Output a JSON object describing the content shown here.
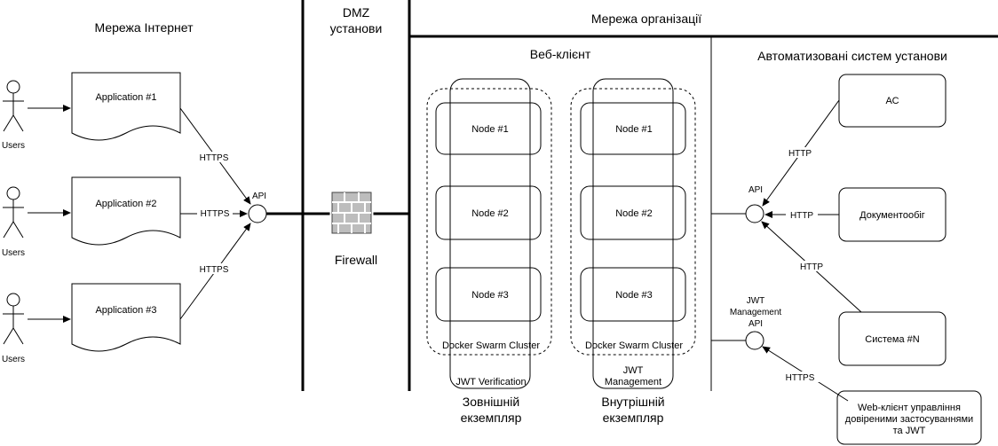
{
  "zones": {
    "internet": "Мережа Інтернет",
    "dmz_line1": "DMZ",
    "dmz_line2": "установи",
    "organization": "Мережа організації",
    "web_client": "Веб-клієнт",
    "automated_systems": "Автоматизовані систем установи"
  },
  "users": [
    {
      "label": "Users"
    },
    {
      "label": "Users"
    },
    {
      "label": "Users"
    }
  ],
  "applications": [
    {
      "label": "Application #1"
    },
    {
      "label": "Application #2"
    },
    {
      "label": "Application #3"
    }
  ],
  "protocols": {
    "https": "HTTPS",
    "http": "HTTP"
  },
  "api": {
    "external": "API",
    "internal": "API",
    "jwt_line1": "JWT",
    "jwt_line2": "Management",
    "jwt_line3": "API"
  },
  "firewall": {
    "label": "Firewall"
  },
  "clusters": [
    {
      "nodes": [
        "Node #1",
        "Node #2",
        "Node #3"
      ],
      "cluster_label": "Docker Swarm Cluster",
      "role_line1": "JWT Verification",
      "role_line2": "",
      "instance_line1": "Зовнішній",
      "instance_line2": "екземпляр"
    },
    {
      "nodes": [
        "Node #1",
        "Node #2",
        "Node #3"
      ],
      "cluster_label": "Docker Swarm Cluster",
      "role_line1": "JWT",
      "role_line2": "Management",
      "instance_line1": "Внутрішній",
      "instance_line2": "екземпляр"
    }
  ],
  "systems": [
    {
      "label": "АС"
    },
    {
      "label": "Документообіг"
    },
    {
      "label": "Система #N"
    }
  ],
  "web_client_app": {
    "line1": "Web-клієнт управління",
    "line2": "довіреними застосуваннями",
    "line3": "та JWT"
  }
}
